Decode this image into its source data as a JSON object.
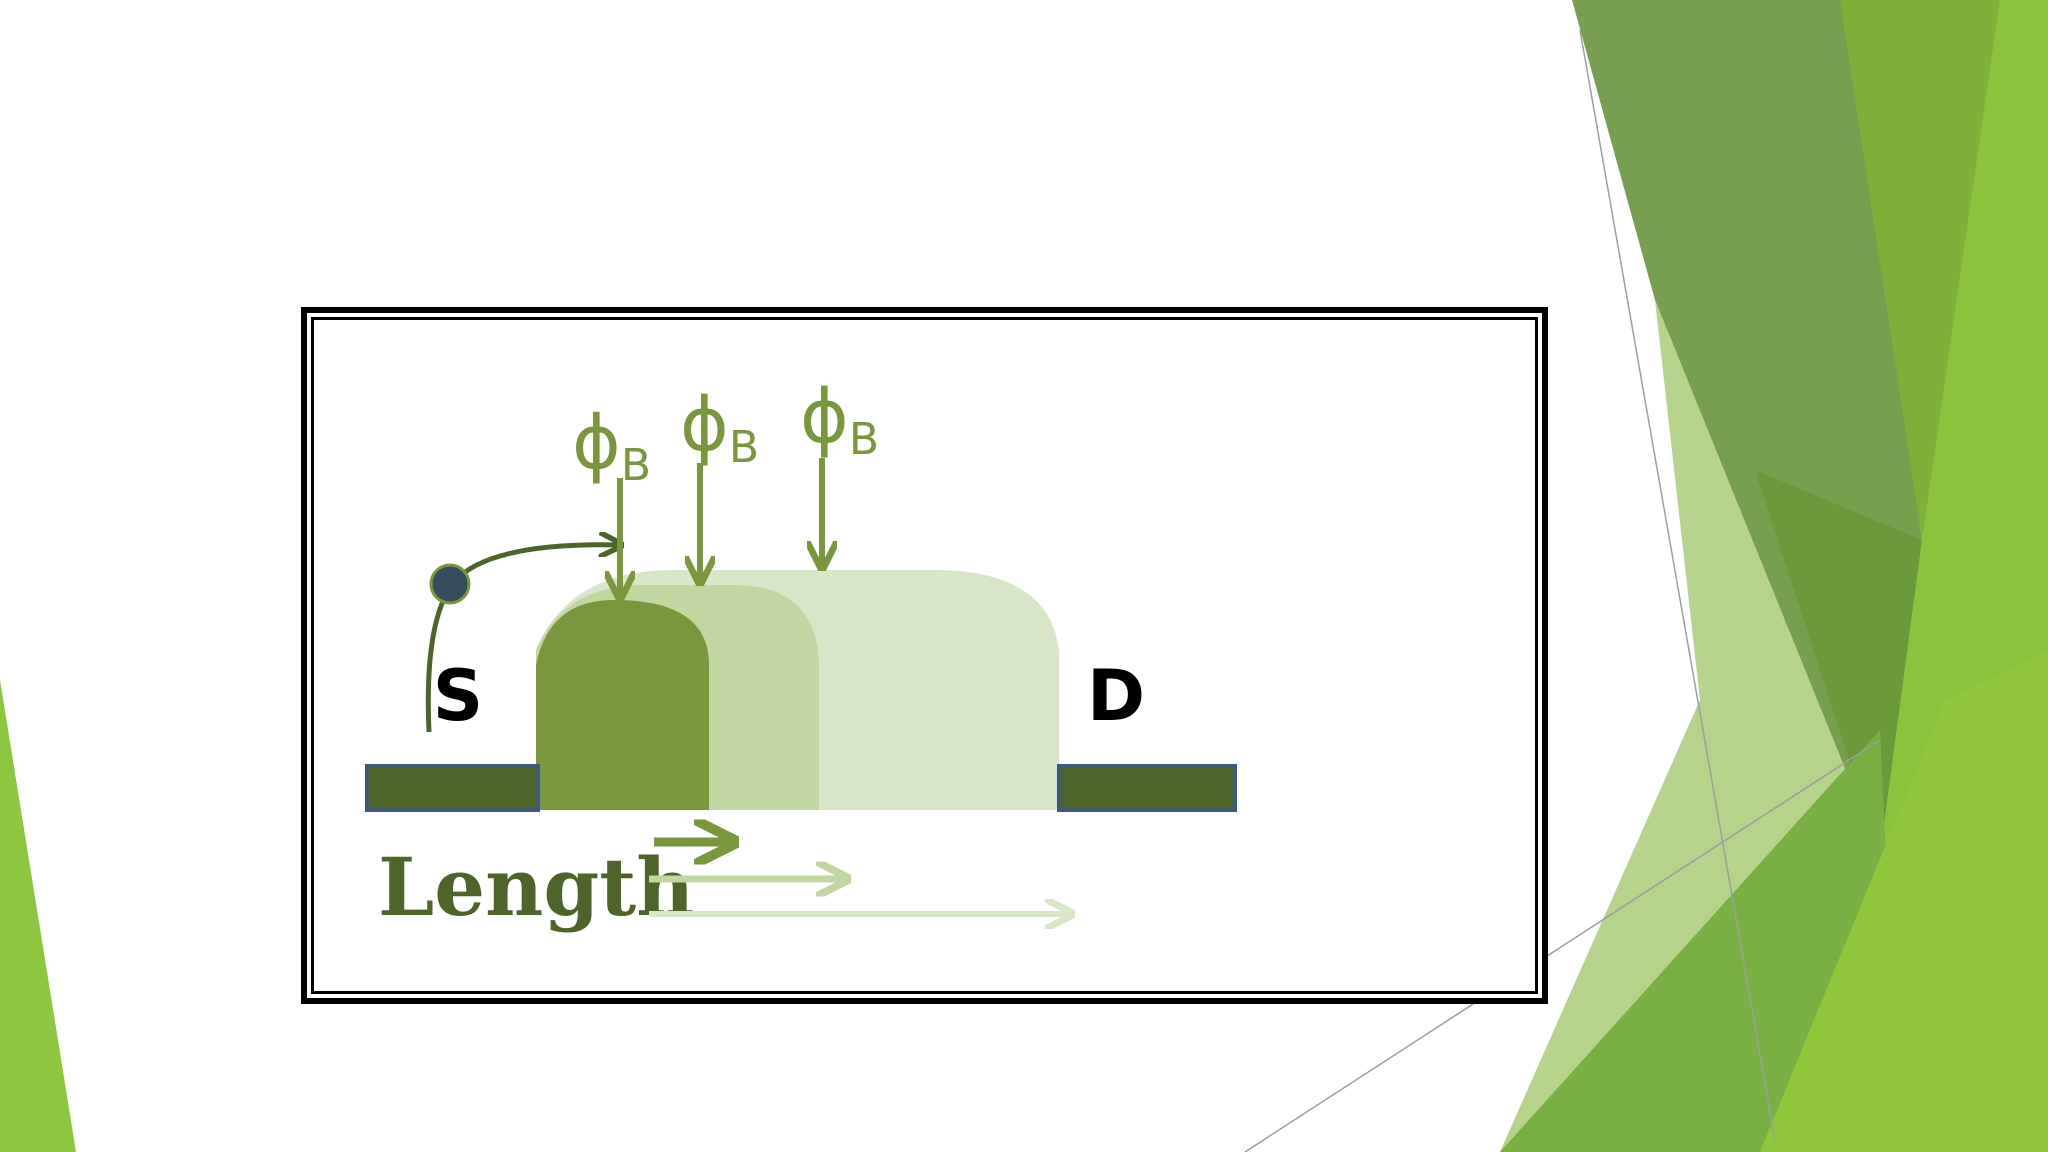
{
  "diagram": {
    "source_label": "S",
    "drain_label": "D",
    "barrier_labels": [
      {
        "symbol": "ϕ",
        "subscript": "B"
      },
      {
        "symbol": "ϕ",
        "subscript": "B"
      },
      {
        "symbol": "ϕ",
        "subscript": "B"
      }
    ],
    "length_label": "Length"
  },
  "colors": {
    "dark_green": "#4e652a",
    "mid_green": "#7a973e",
    "light_green": "#c1d6a0",
    "pale_green": "#d9e6c7",
    "electrode_border": "#3d5a7a",
    "electron_fill": "#344c5c",
    "accent_green": "#8dc63f",
    "background": "#ffffff"
  }
}
